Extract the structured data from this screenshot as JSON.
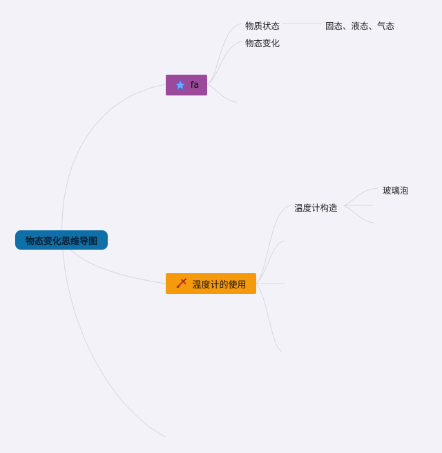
{
  "root": {
    "label": "物态变化思维导图"
  },
  "topics": [
    {
      "label": "fa",
      "icon": "star-icon",
      "color": "#9b4a9b",
      "children": [
        {
          "label": "物质状态",
          "children": [
            {
              "label": "固态、液态、气态"
            }
          ]
        },
        {
          "label": "物态变化"
        }
      ]
    },
    {
      "label": "温度计的使用",
      "icon": "tools-icon",
      "color": "#f59a0c",
      "children": [
        {
          "label": "温度计构造",
          "children": [
            {
              "label": "玻璃泡"
            }
          ]
        }
      ]
    }
  ],
  "colors": {
    "root": "#0f6fa7",
    "connector": "#d8d7e0",
    "background": "#f3f2f8"
  }
}
